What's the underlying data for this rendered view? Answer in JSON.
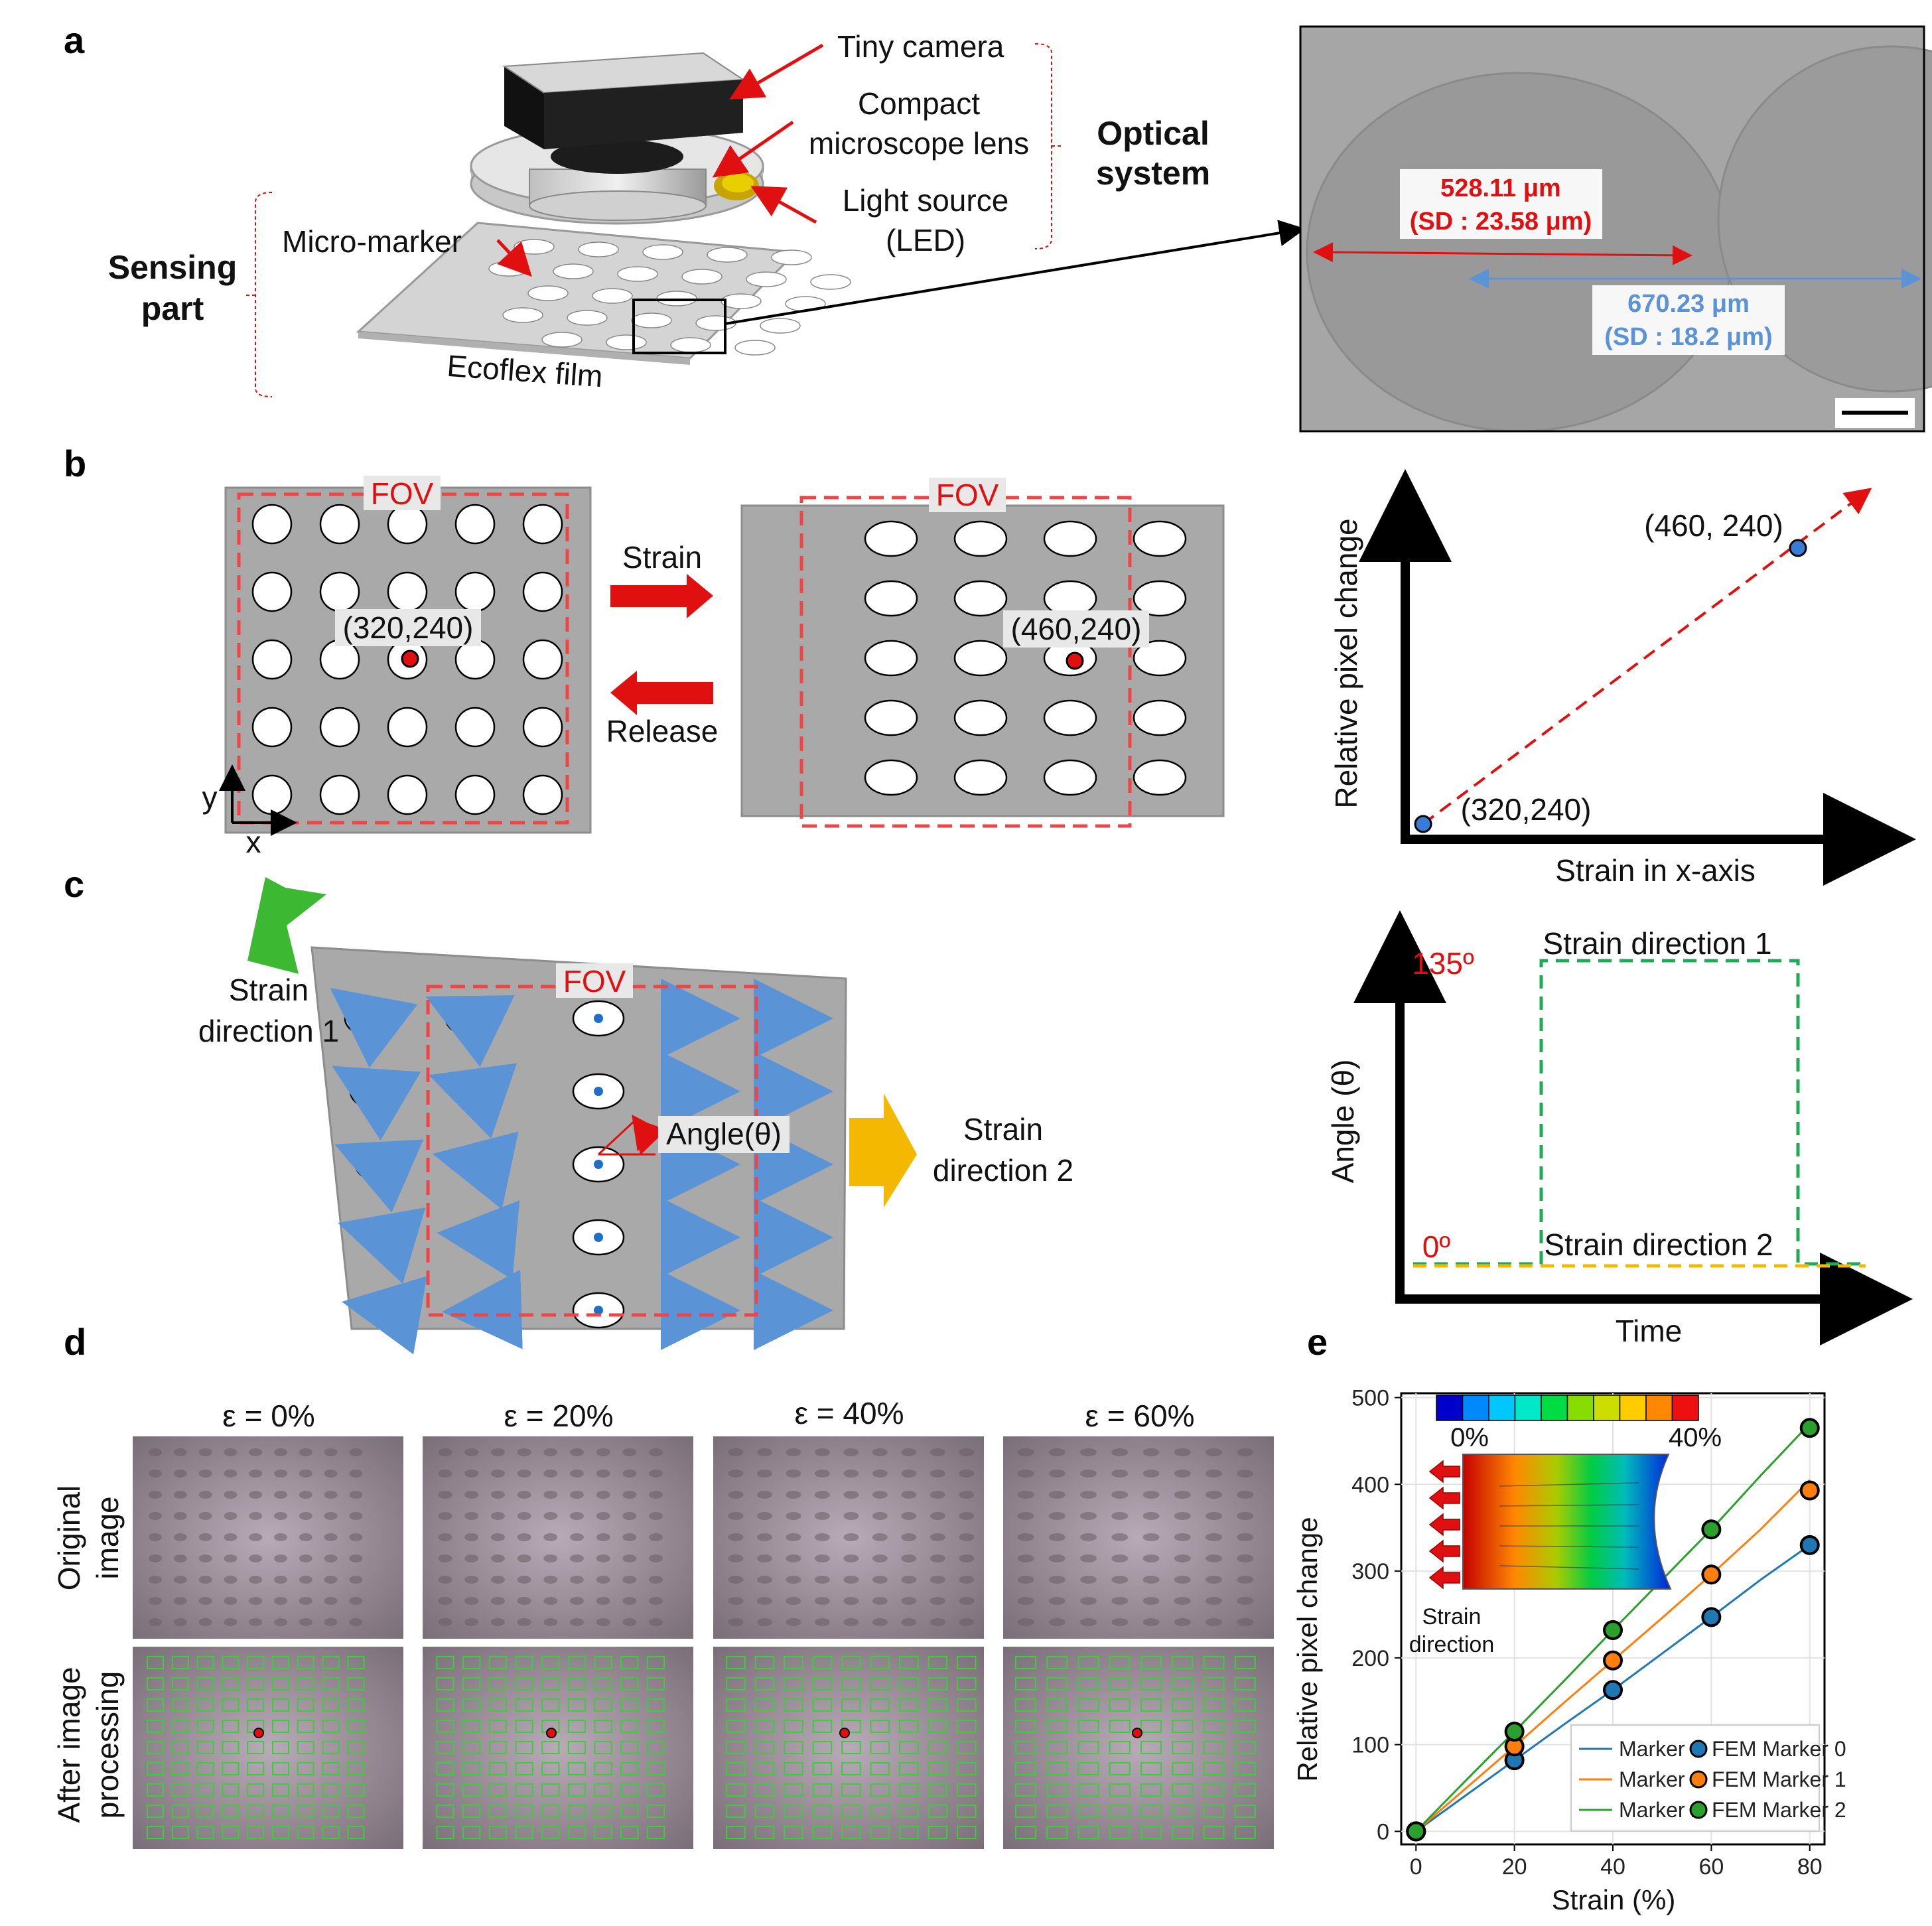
{
  "panel_a": {
    "letter": "a",
    "camera": "Tiny camera",
    "lens_1": "Compact",
    "lens_2": "microscope lens",
    "light_1": "Light source",
    "light_2": "(LED)",
    "optical_1": "Optical",
    "optical_2": "system",
    "sensing_1": "Sensing",
    "sensing_2": "part",
    "micro_marker": "Micro-marker",
    "film": "Ecoflex film",
    "diameter_1": "528.11 μm",
    "diameter_1_sd": "(SD : 23.58 μm)",
    "pitch_1": "670.23 μm",
    "pitch_1_sd": "(SD : 18.2 μm)"
  },
  "panel_b": {
    "letter": "b",
    "fov": "FOV",
    "strain": "Strain",
    "release": "Release",
    "point_before": "(320,240)",
    "point_after": "(460,240)",
    "axis_y": "y",
    "axis_x": "x",
    "chart_ylabel": "Relative pixel change",
    "chart_xlabel": "Strain in x-axis",
    "chart_pt_end": "(460, 240)",
    "chart_pt_start": "(320,240)"
  },
  "panel_c": {
    "letter": "c",
    "fov": "FOV",
    "strain_dir1_1": "Strain",
    "strain_dir1_2": "direction 1",
    "strain_dir2_1": "Strain",
    "strain_dir2_2": "direction 2",
    "angle": "Angle(θ)",
    "chart_ylabel": "Angle (θ)",
    "chart_xlabel": "Time",
    "y_135": "135º",
    "y_0": "0º",
    "dir1_label": "Strain direction 1",
    "dir2_label": "Strain direction 2"
  },
  "panel_d": {
    "letter": "d",
    "columns": [
      "ε = 0%",
      "ε = 20%",
      "ε = 40%",
      "ε = 60%"
    ],
    "row1_1": "Original",
    "row1_2": "image",
    "row2_1": "After image",
    "row2_2": "processing"
  },
  "panel_e": {
    "letter": "e",
    "colorbar_min": "0%",
    "colorbar_max": "40%",
    "strain_dir_1": "Strain",
    "strain_dir_2": "direction"
  },
  "chart_data": {
    "type": "line",
    "xlabel": "Strain (%)",
    "ylabel": "Relative pixel change",
    "xlim": [
      -3,
      83
    ],
    "ylim": [
      -15,
      505
    ],
    "xticks": [
      0,
      20,
      40,
      60,
      80
    ],
    "yticks": [
      0,
      100,
      200,
      300,
      400,
      500
    ],
    "grid": true,
    "legend_position": "lower-right",
    "series": [
      {
        "name": "Marker 0",
        "kind": "line",
        "color": "#1f77b4",
        "x": [
          0,
          10,
          20,
          30,
          40,
          50,
          60,
          70,
          80
        ],
        "values": [
          0,
          41,
          82,
          123,
          163,
          205,
          247,
          290,
          330
        ]
      },
      {
        "name": "Marker 1",
        "kind": "line",
        "color": "#ff7f0e",
        "x": [
          0,
          10,
          20,
          30,
          40,
          50,
          60,
          70,
          80
        ],
        "values": [
          0,
          49,
          98,
          148,
          197,
          246,
          296,
          348,
          405
        ]
      },
      {
        "name": "Marker 2",
        "kind": "line",
        "color": "#2ca02c",
        "x": [
          0,
          10,
          20,
          30,
          40,
          50,
          60,
          70,
          80
        ],
        "values": [
          0,
          58,
          115,
          173,
          232,
          290,
          348,
          410,
          470
        ]
      },
      {
        "name": "FEM Marker 0",
        "kind": "scatter",
        "color": "#1f77b4",
        "x": [
          0,
          20,
          40,
          60,
          80
        ],
        "values": [
          0,
          82,
          163,
          247,
          330
        ]
      },
      {
        "name": "FEM Marker 1",
        "kind": "scatter",
        "color": "#ff7f0e",
        "x": [
          0,
          20,
          40,
          60,
          80
        ],
        "values": [
          0,
          98,
          197,
          296,
          393
        ]
      },
      {
        "name": "FEM Marker 2",
        "kind": "scatter",
        "color": "#2ca02c",
        "x": [
          0,
          20,
          40,
          60,
          80
        ],
        "values": [
          0,
          115,
          232,
          348,
          465
        ]
      }
    ]
  }
}
